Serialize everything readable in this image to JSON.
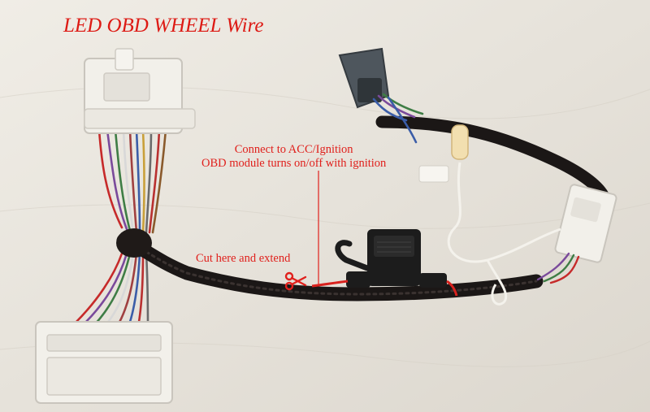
{
  "image": {
    "title": "LED OBD WHEEL Wire",
    "annotations": {
      "acc_line1": "Connect to ACC/Ignition",
      "acc_line2": "OBD module turns on/off with ignition",
      "cut": "Cut here and extend"
    },
    "colors": {
      "annotation_text": "#e0201c",
      "background_wall": "#e8e4dc",
      "harness_sleeve": "#1b1716",
      "connector_white": "#f2f0ea",
      "connector_grey": "#4e565d",
      "fuse_body": "#1c1c1c",
      "red_wire": "#d8221e"
    },
    "icons": [
      "scissors-icon"
    ]
  }
}
